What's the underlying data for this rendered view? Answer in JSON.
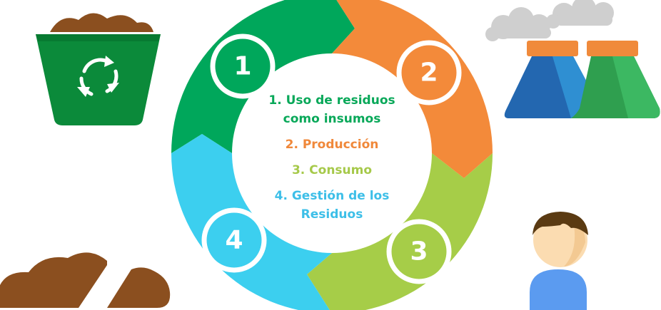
{
  "colors": {
    "green": "#00a75b",
    "orange": "#f38a3a",
    "lime": "#a6cd48",
    "cyan": "#3ccfef",
    "brown": "#8b4f1f",
    "factory_blue": "#2a7bc0",
    "factory_green": "#34b15c",
    "factory_cap": "#f08a3b",
    "smoke": "#cfcfcf"
  },
  "cycle": {
    "steps": [
      {
        "number": "1",
        "label": "1. Uso de residuos\ncomo insumos"
      },
      {
        "number": "2",
        "label": "2. Producción"
      },
      {
        "number": "3",
        "label": "3. Consumo"
      },
      {
        "number": "4",
        "label": "4. Gestión de los\nResiduos"
      }
    ]
  },
  "icons": [
    "recycle-bin-icon",
    "factory-icon",
    "person-icon",
    "waste-pile-icon"
  ]
}
